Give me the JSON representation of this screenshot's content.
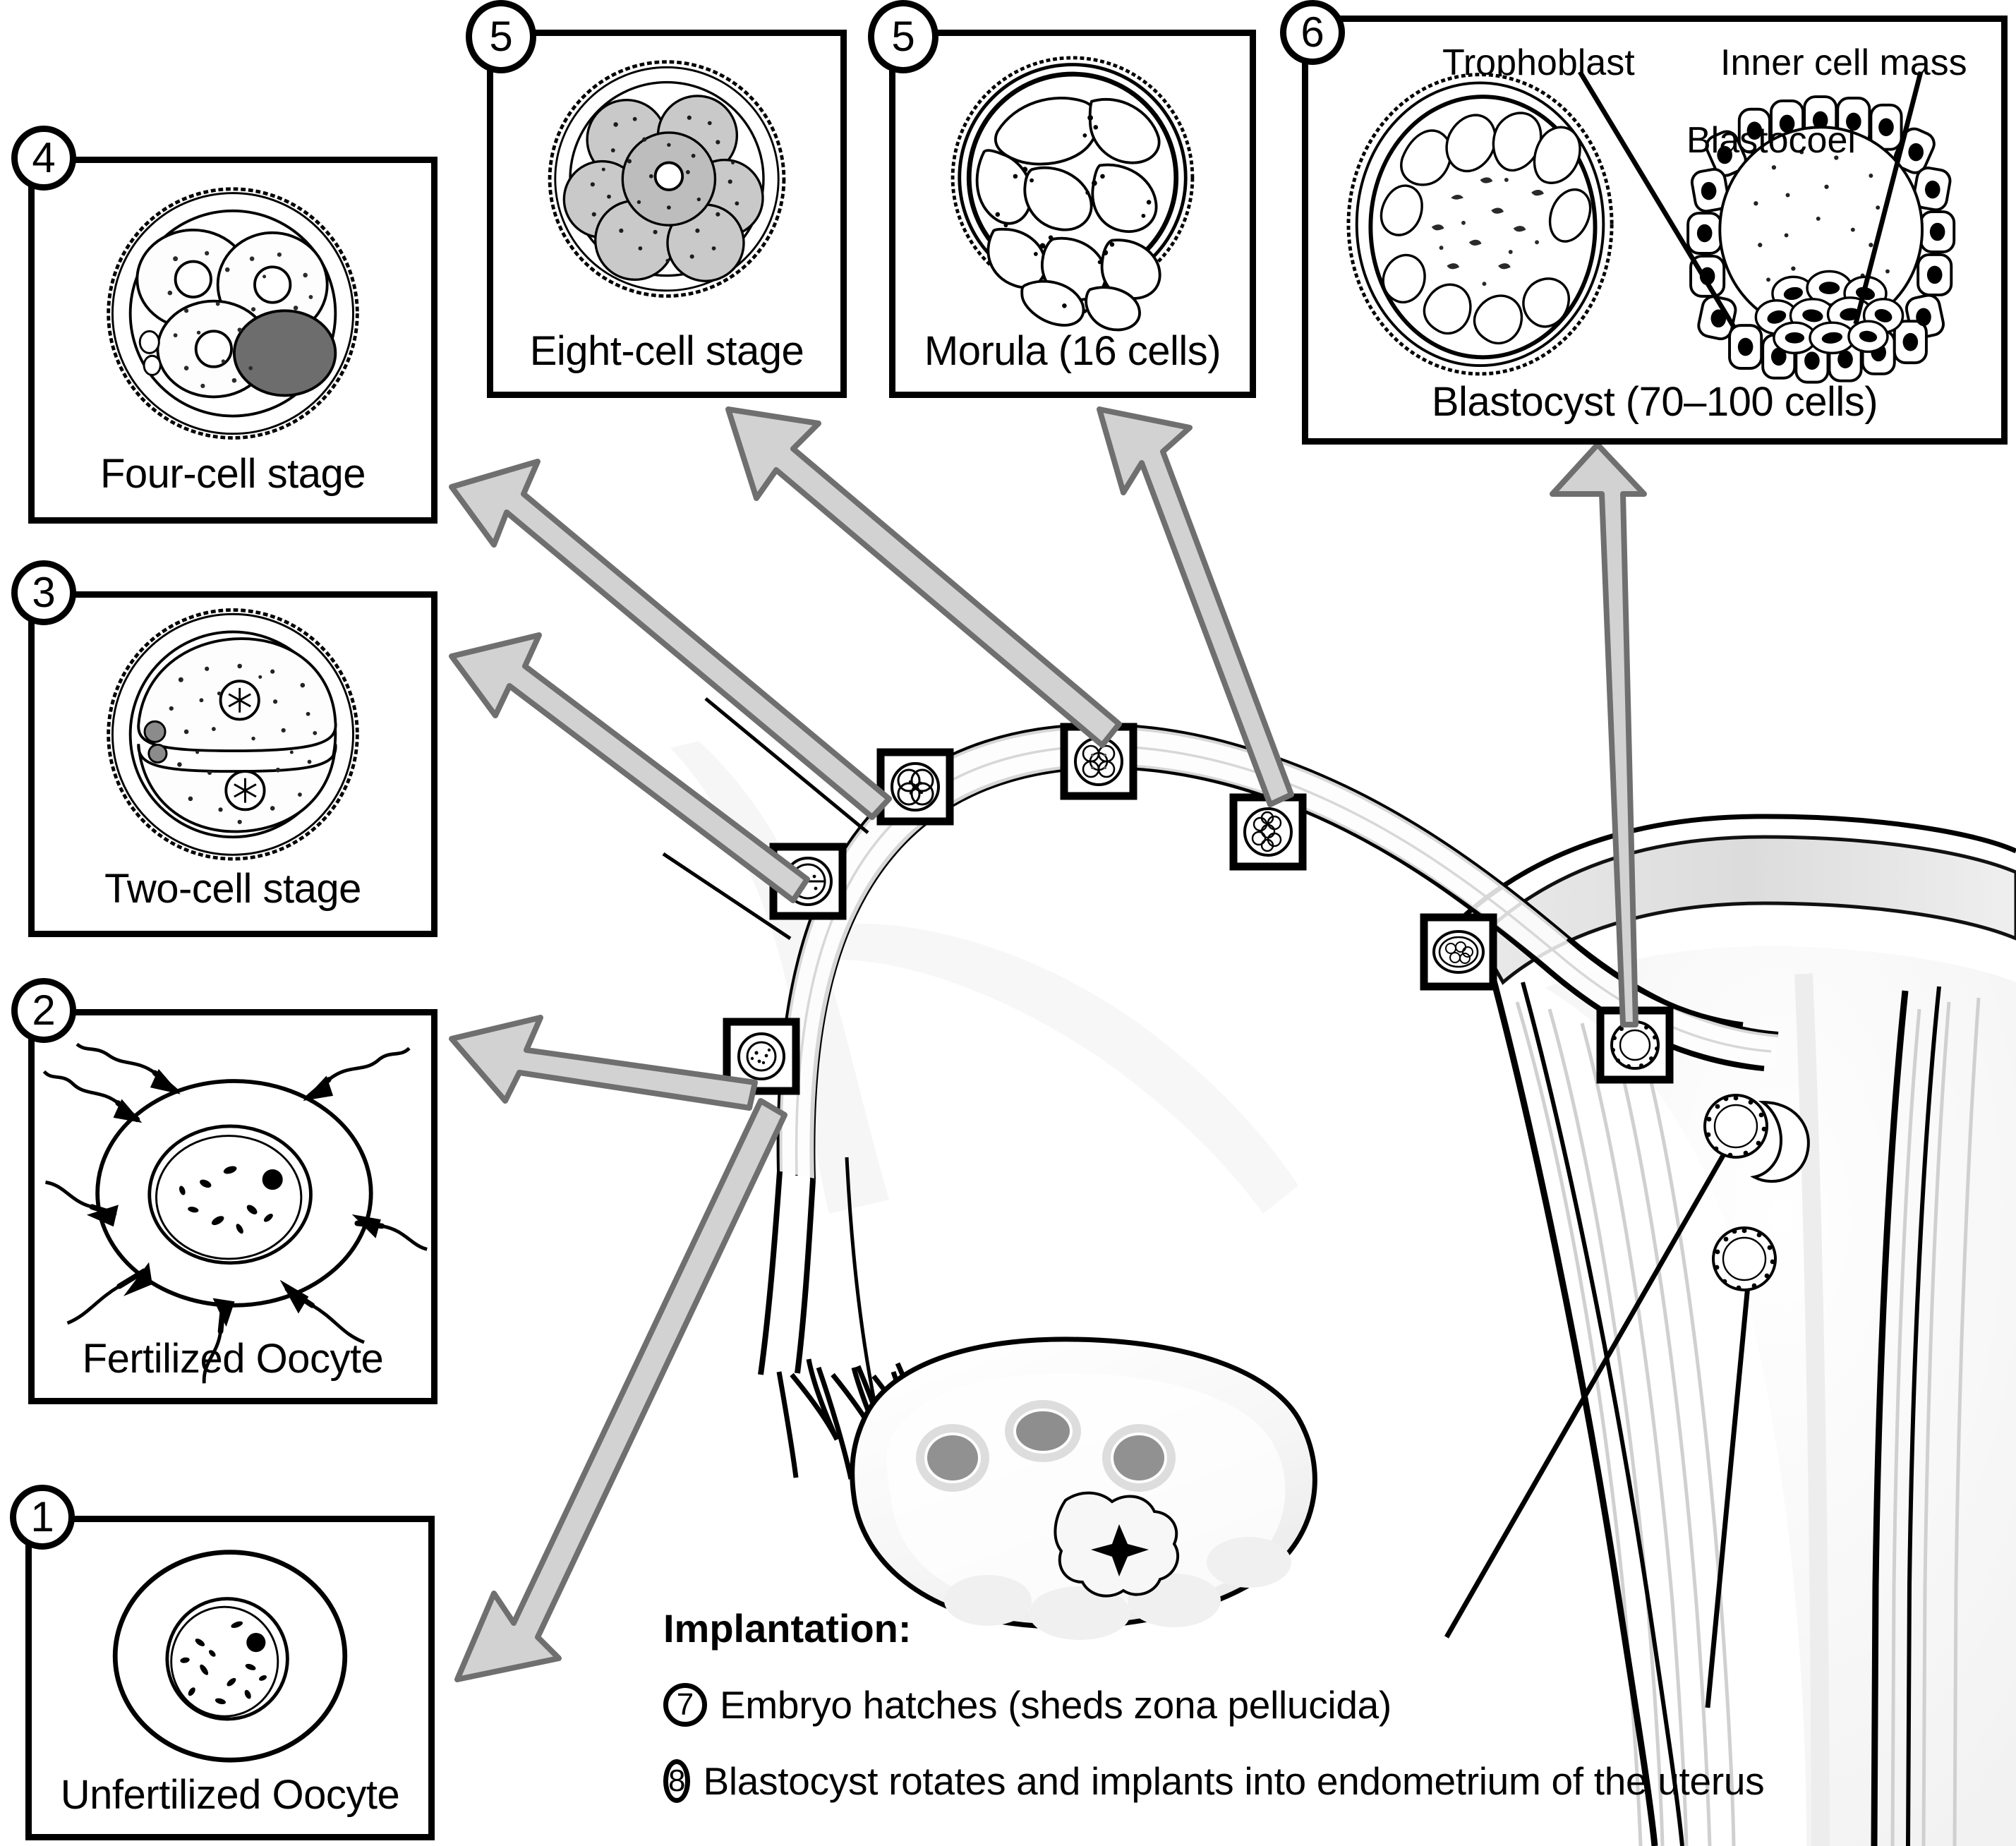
{
  "figure": {
    "subject": "Human preimplantation embryonic development and implantation",
    "arrow_fill": "#d2d2d2",
    "arrow_stroke": "#6f6f6f",
    "ink": "#000000",
    "tissue_fill": "#f4f4f4",
    "muscle_fill": "#e2e2e2"
  },
  "panels": [
    {
      "id": "panel-1",
      "number": "1",
      "caption": "Unfertilized Oocyte",
      "art": "unfertilized-oocyte"
    },
    {
      "id": "panel-2",
      "number": "2",
      "caption": "Fertilized Oocyte",
      "art": "fertilized-oocyte-with-sperm"
    },
    {
      "id": "panel-3",
      "number": "3",
      "caption": "Two-cell stage",
      "art": "two-cell-embryo"
    },
    {
      "id": "panel-4",
      "number": "4",
      "caption": "Four-cell stage",
      "art": "four-cell-embryo"
    },
    {
      "id": "panel-5a",
      "number": "5",
      "caption": "Eight-cell stage",
      "art": "eight-cell-embryo"
    },
    {
      "id": "panel-5b",
      "number": "5",
      "caption": "Morula (16 cells)",
      "art": "morula"
    },
    {
      "id": "panel-6",
      "number": "6",
      "caption": "Blastocyst (70–100 cells)",
      "art": "blastocyst-pair",
      "labels": {
        "trophoblast": "Trophoblast",
        "inner_cell_mass": "Inner cell mass",
        "blastocoel": "Blastocoel"
      }
    }
  ],
  "legend": {
    "title": "Implantation:",
    "items": [
      {
        "number": "7",
        "text": "Embryo hatches (sheds zona pellucida)"
      },
      {
        "number": "8",
        "text": "Blastocyst rotates and implants into endometrium of the uterus"
      }
    ]
  },
  "anatomy": {
    "structures": [
      "fallopian-tube",
      "fimbriae",
      "infundibulum",
      "ovary",
      "uterus",
      "endometrium",
      "myometrium",
      "uterine-cavity",
      "cervical-canal"
    ],
    "ovary_features": [
      "follicle",
      "follicle",
      "follicle",
      "corpus-luteum"
    ],
    "embryo_markers": [
      {
        "name": "marker-fertilized-oocyte",
        "stage": "2"
      },
      {
        "name": "marker-two-cell",
        "stage": "3"
      },
      {
        "name": "marker-four-cell",
        "stage": "4"
      },
      {
        "name": "marker-eight-cell",
        "stage": "5"
      },
      {
        "name": "marker-morula",
        "stage": "5"
      },
      {
        "name": "marker-blastocyst-tube",
        "stage": "6"
      },
      {
        "name": "marker-blastocyst-uterus",
        "stage": "6"
      }
    ],
    "free_embryos": [
      {
        "name": "hatching-blastocyst",
        "stage": "7"
      },
      {
        "name": "implanting-blastocyst",
        "stage": "8"
      }
    ]
  }
}
